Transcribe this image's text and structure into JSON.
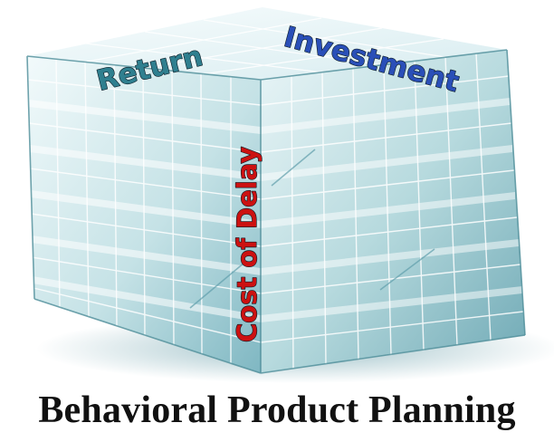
{
  "diagram": {
    "labels": {
      "return": "Return",
      "investment": "Investment",
      "cost_of_delay": "Cost of Delay"
    },
    "caption": "Behavioral Product Planning"
  },
  "colors": {
    "return_text": "#2f7f8f",
    "investment_text": "#2a4fb8",
    "cost_of_delay_text": "#cc1111",
    "text_outline": "#10202a",
    "caption_text": "#111111",
    "cube_light": "#e6f4f6",
    "cube_mid": "#a9d3d9",
    "cube_dark": "#5f9eab",
    "grid_line": "#ffffff"
  }
}
